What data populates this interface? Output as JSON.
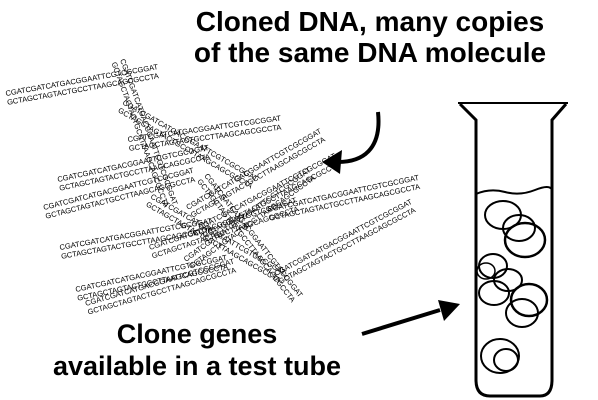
{
  "captions": {
    "top_line1": "Cloned DNA, many copies",
    "top_line2": "of the same DNA molecule",
    "bottom_line1": "Clone genes",
    "bottom_line2": "available in a test tube"
  },
  "dna": {
    "strand_top": "CGATCGATCATGACGGAATTCGTCGCGGAT",
    "strand_bottom": "GCTAGCTAGTACTGCCTTAAGCAGCGCCTA"
  },
  "icons": {
    "dna_cluster": "dna-strands",
    "arrows": "curved-arrow",
    "tube": "test-tube"
  },
  "colors": {
    "ink": "#000000",
    "background": "#ffffff"
  }
}
